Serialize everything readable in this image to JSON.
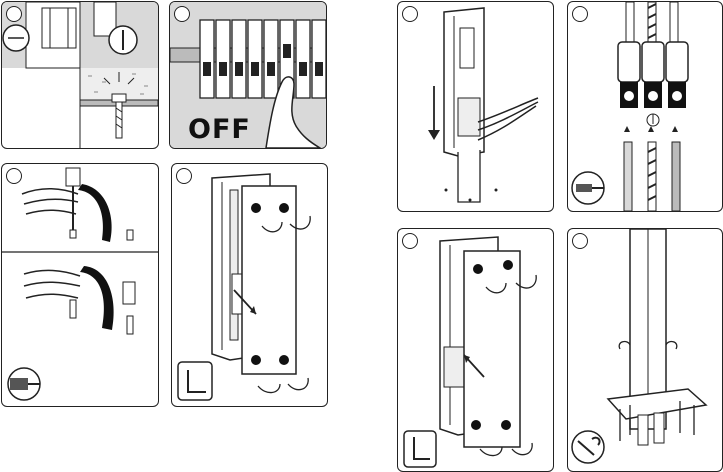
{
  "page": {
    "background": "#ffffff",
    "line_color": "#222222",
    "fill_gray": "#d9d9d9",
    "dark_fill": "#111111"
  },
  "steps": [
    {
      "id": "mount-screw",
      "icon": "screw-icon"
    },
    {
      "id": "power-off",
      "label": "OFF",
      "icon": "circuit-breaker-icon"
    },
    {
      "id": "drill-dowel",
      "icon": "drill-icon"
    },
    {
      "id": "remove-cover",
      "icon": "hex-key-icon"
    },
    {
      "id": "insert-unit",
      "icon": "arrow-down-icon"
    },
    {
      "id": "connect-wires",
      "icon": "screwdriver-icon"
    },
    {
      "id": "attach-cover",
      "icon": "hex-key-icon"
    },
    {
      "id": "fix-post",
      "icon": "wrench-icon"
    }
  ]
}
